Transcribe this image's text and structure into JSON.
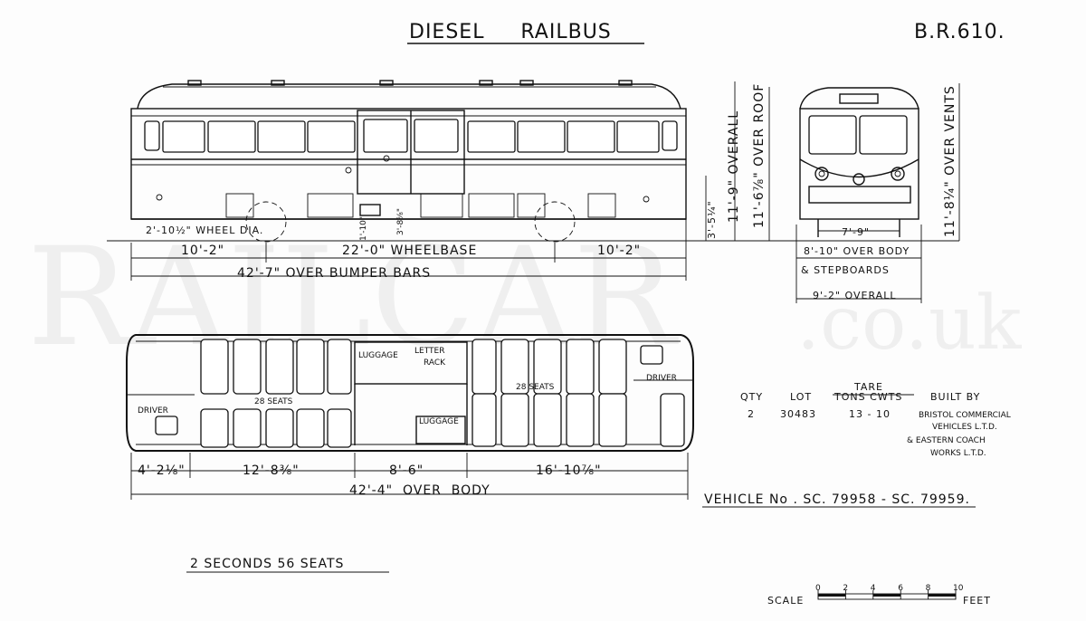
{
  "title": {
    "main": "DIESEL     RAILBUS",
    "code": "B.R.610."
  },
  "watermark": {
    "big": "RAILCAR",
    "small": ".co.uk"
  },
  "side_view": {
    "wheel_dia": "2'-10½\" WHEEL DIA.",
    "end_left": "10'-2\"",
    "wheelbase": "22'-0\" WHEELBASE",
    "end_right": "10'-2\"",
    "over_bumpers": "42'-7\" OVER BUMPER BARS",
    "step_h": "1'-10\"",
    "door_h": "3'-8⅝\"",
    "floor_h": "3'-5¼\"",
    "overall_h": "11'-9\" OVERALL"
  },
  "end_view": {
    "over_roof": "11'-6⅞\" OVER ROOF",
    "over_vents": "11'-8¼\" OVER VENTS",
    "gauge": "7'-9\"",
    "over_body": "8'-10\" OVER BODY",
    "stepboards": "& STEPBOARDS",
    "overall_w": "9'-2\" OVERALL"
  },
  "plan_view": {
    "luggage_top": "LUGGAGE",
    "letter_rack": "LETTER",
    "rack": "RACK",
    "luggage_bottom": "LUGGAGE",
    "seats_left": "28 SEATS",
    "seats_right": "28 SEATS",
    "driver_left": "DRIVER",
    "driver_right": "DRIVER",
    "dim1": "4'-2⅛\"",
    "dim2": "12'-8⅜\"",
    "dim3": "8'-6\"",
    "dim4": "16'-10⅞\"",
    "over_body": "42'-4\"  OVER  BODY"
  },
  "data_table": {
    "tare": "TARE",
    "headers": [
      "QTY",
      "LOT",
      "TONS CWTS",
      "BUILT BY"
    ],
    "qty": "2",
    "lot": "30483",
    "tons_cwts": "13 - 10",
    "builder_lines": [
      "BRISTOL COMMERCIAL",
      "VEHICLES L.T.D.",
      "& EASTERN COACH",
      "WORKS L.T.D."
    ]
  },
  "vehicle_no": "VEHICLE No . SC. 79958 - SC. 79959.",
  "seats_summary": "2 SECONDS 56 SEATS",
  "scale": {
    "label": "SCALE",
    "unit": "FEET",
    "ticks": [
      "0",
      "2",
      "4",
      "6",
      "8",
      "10"
    ]
  }
}
